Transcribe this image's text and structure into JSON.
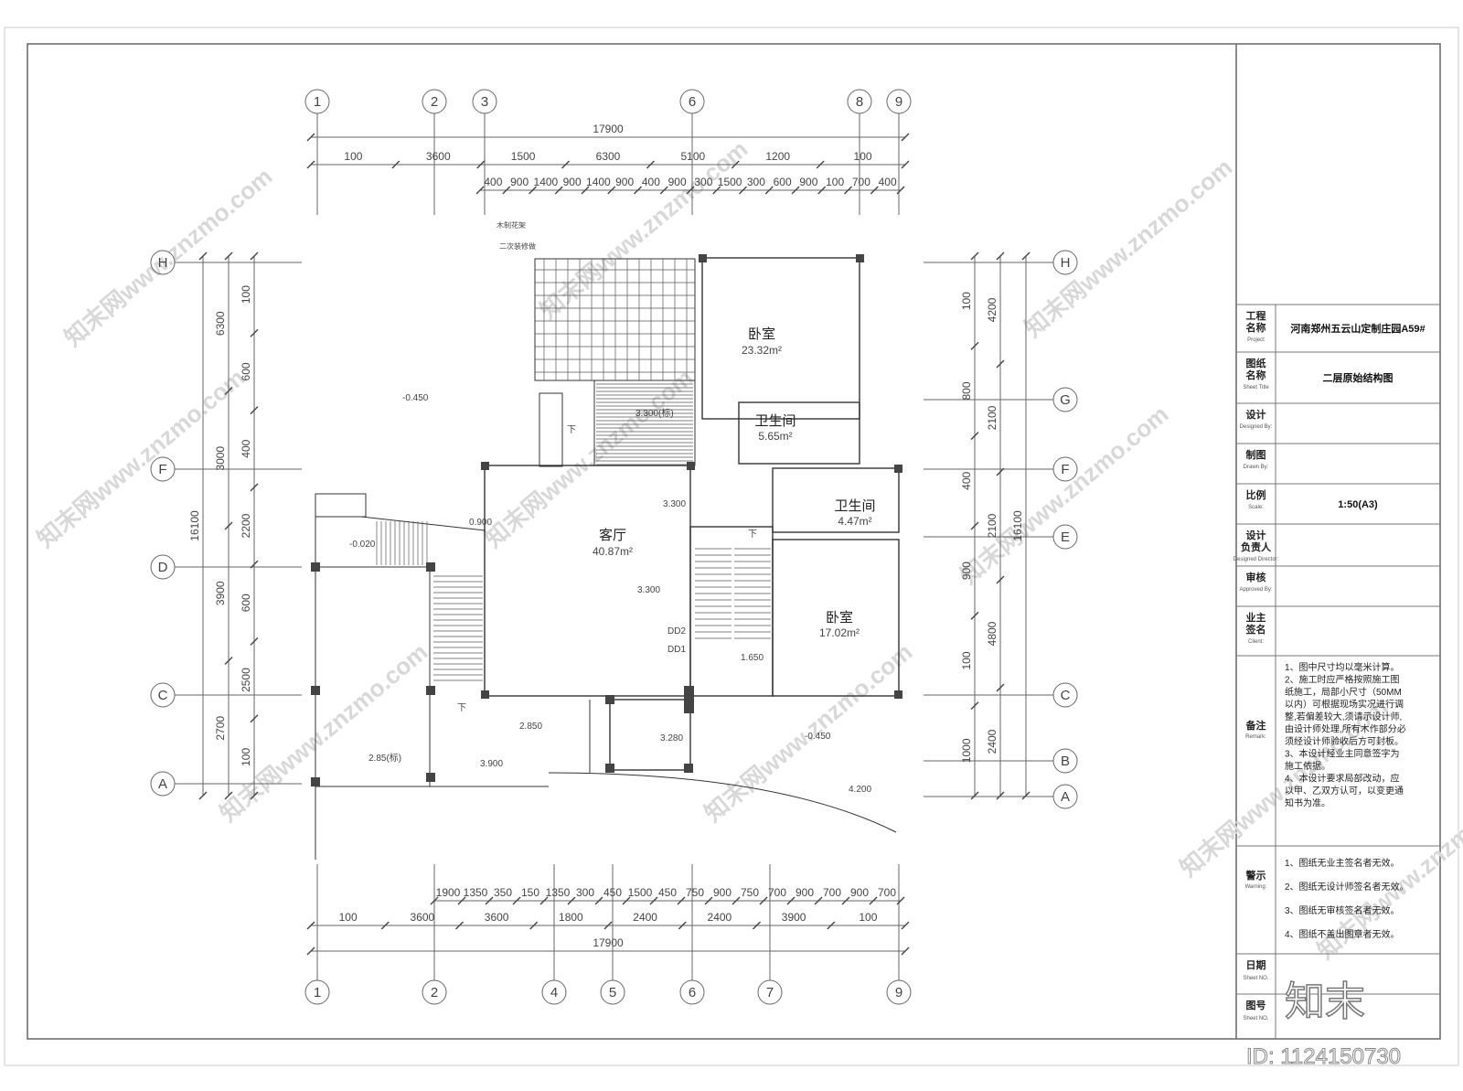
{
  "watermark": "知末网www.znzmo.com",
  "logo_text": "知末",
  "image_id": "ID: 1124150730",
  "axes_top": [
    "1",
    "2",
    "3",
    "6",
    "8",
    "9"
  ],
  "axes_bottom": [
    "1",
    "2",
    "4",
    "5",
    "6",
    "7",
    "9"
  ],
  "axes_left": [
    "H",
    "F",
    "D",
    "C",
    "A"
  ],
  "axes_right": [
    "H",
    "G",
    "F",
    "E",
    "C",
    "B",
    "A"
  ],
  "dims": {
    "top_total": "17900",
    "top_row1": [
      "100",
      "3600",
      "1500",
      "6300",
      "5100",
      "1200",
      "100"
    ],
    "top_row2": [
      "400",
      "900",
      "1400",
      "900",
      "1400",
      "900",
      "400",
      "900",
      "300",
      "1500",
      "300",
      "600",
      "900",
      "100",
      "700",
      "400"
    ],
    "bottom_total": "17900",
    "bottom_row1": [
      "100",
      "3600",
      "3600",
      "1800",
      "2400",
      "2400",
      "3900",
      "100"
    ],
    "bottom_row2": [
      "1900",
      "1350",
      "350",
      "150",
      "1350",
      "300",
      "450",
      "1500",
      "450",
      "750",
      "900",
      "750",
      "700",
      "900",
      "700",
      "900",
      "700"
    ],
    "left_total": "16100",
    "left_mid": [
      "6300",
      "3000",
      "3900",
      "2700"
    ],
    "left_small": [
      "100",
      "600",
      "400",
      "2200",
      "600",
      "2500",
      "100"
    ],
    "right_total": "16100",
    "right_mid": [
      "4200",
      "2100",
      "2100",
      "4800",
      "2400"
    ],
    "right_small": [
      "100",
      "800",
      "400",
      "900",
      "100",
      "1000"
    ]
  },
  "rooms": {
    "bedroom1_name": "卧室",
    "bedroom1_area": "23.32m²",
    "bath1_name": "卫生间",
    "bath1_area": "5.65m²",
    "bath2_name": "卫生间",
    "bath2_area": "4.47m²",
    "living_name": "客厅",
    "living_area": "40.87m²",
    "bedroom2_name": "卧室",
    "bedroom2_area": "17.02m²"
  },
  "levels": {
    "l1": "-0.450",
    "l2": "3.300(标)",
    "l3": "3.300",
    "l4": "3.300",
    "l5": "-0.020",
    "l6": "0.900",
    "l7": "2.850",
    "l8": "3.280",
    "l9": "-0.450",
    "l10": "2.85(标)",
    "l11": "3.900",
    "l12": "4.200",
    "l13": "1.650",
    "dd2": "DD2",
    "dd1": "DD1",
    "down1": "下",
    "down2": "下",
    "down3": "下",
    "note1": "木制花架",
    "note2": "二次装修做"
  },
  "title_block": {
    "rows": [
      {
        "cn": "工程\n名称",
        "en": "Project",
        "value": "河南郑州五云山定制庄园A59#"
      },
      {
        "cn": "图纸\n名称",
        "en": "Sheet Title",
        "value": "二层原始结构图"
      },
      {
        "cn": "设计",
        "en": "Designed By:",
        "value": ""
      },
      {
        "cn": "制图",
        "en": "Drawn By:",
        "value": ""
      },
      {
        "cn": "比例",
        "en": "Scale:",
        "value": "1:50(A3)"
      },
      {
        "cn": "设计\n负责人",
        "en": "Designed Director:",
        "value": ""
      },
      {
        "cn": "审核",
        "en": "Approved By:",
        "value": ""
      },
      {
        "cn": "业主\n签名",
        "en": "Client:",
        "value": ""
      }
    ],
    "remark_cn": "备注",
    "remark_en": "Remark:",
    "remarks": [
      "1、图中尺寸均以毫米计算。",
      "2、施工时应严格按照施工图",
      "纸施工，局部小尺寸（50MM",
      "以内）可根据现场实况进行调",
      "整,若偏差较大,须请示设计师,",
      "由设计师处理,所有木作部分必",
      "须经设计师验收后方可封板。",
      "3、本设计经业主同意签字为",
      "施工依据。",
      "4、本设计要求局部改动，应",
      "以甲、乙双方认可，以变更通",
      "知书为准。"
    ],
    "warning_cn": "警示",
    "warning_en": "Warning:",
    "warnings": [
      "1、图纸无业主签名者无效。",
      "2、图纸无设计师签名者无效。",
      "3、图纸无审核签名者无效。",
      "4、图纸不盖出图章者无效。"
    ],
    "date_cn": "日期",
    "date_en": "Sheet NO.",
    "sheet_cn": "图号",
    "sheet_en": "Sheet NO."
  }
}
